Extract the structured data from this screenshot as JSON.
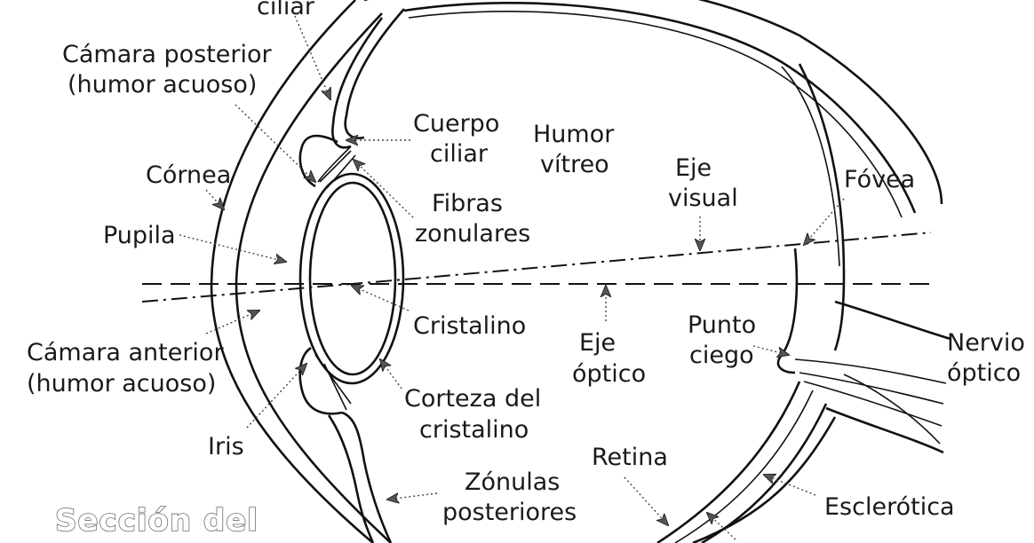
{
  "title": "Sección del",
  "labels": {
    "musculo_ciliar": "ciliar",
    "camara_posterior_1": "Cámara posterior",
    "camara_posterior_2": "(humor acuoso)",
    "cornea": "Córnea",
    "pupila": "Pupila",
    "camara_anterior_1": "Cámara anterior",
    "camara_anterior_2": "(humor acuoso)",
    "iris": "Iris",
    "cuerpo_ciliar_1": "Cuerpo",
    "cuerpo_ciliar_2": "ciliar",
    "fibras_zonulares_1": "Fibras",
    "fibras_zonulares_2": "zonulares",
    "humor_vitreo_1": "Humor",
    "humor_vitreo_2": "vítreo",
    "eje_visual_1": "Eje",
    "eje_visual_2": "visual",
    "fovea": "Fóvea",
    "cristalino": "Cristalino",
    "eje_optico_1": "Eje",
    "eje_optico_2": "óptico",
    "punto_ciego_1": "Punto",
    "punto_ciego_2": "ciego",
    "nervio_optico_1": "Nervio",
    "nervio_optico_2": "óptico",
    "corteza_1": "Corteza del",
    "corteza_2": "cristalino",
    "retina": "Retina",
    "zonulas_1": "Zónulas",
    "zonulas_2": "posteriores",
    "esclerotica": "Esclerótica"
  }
}
